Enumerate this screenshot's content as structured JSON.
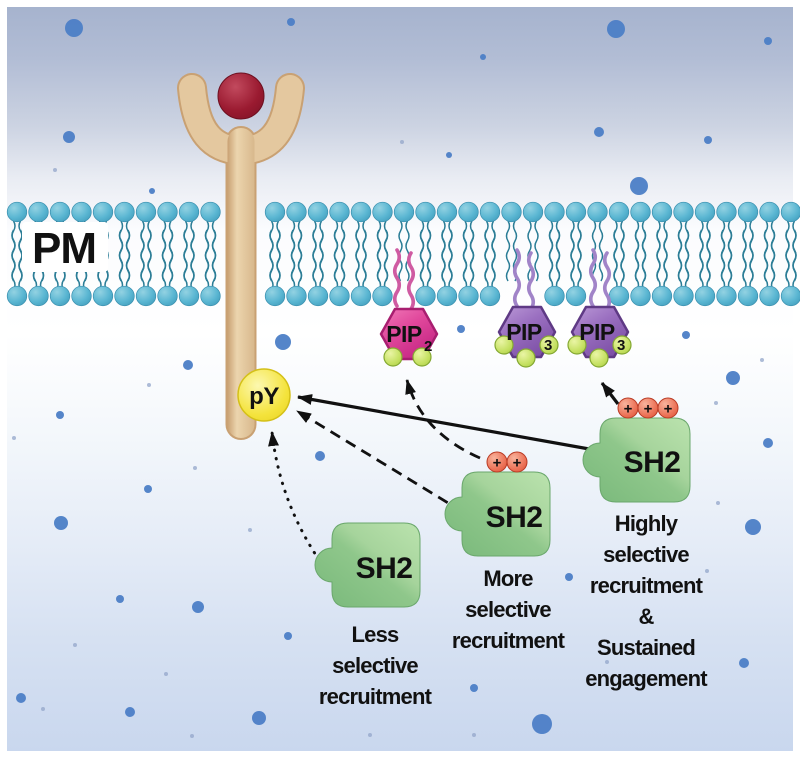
{
  "figure": {
    "membrane_label": "PM",
    "phospho_label": "pY",
    "lipids": {
      "pip2": {
        "name": "PIP",
        "subscript": "2"
      },
      "pip3_left": {
        "name": "PIP",
        "subscript": "3"
      },
      "pip3_right": {
        "name": "PIP",
        "subscript": "3"
      }
    },
    "sh2_domains": [
      {
        "label": "SH2",
        "charge_count": 0,
        "charge_symbol": "+",
        "caption": [
          "Less",
          "selective",
          "recruitment"
        ],
        "arrow_style": "dotted"
      },
      {
        "label": "SH2",
        "charge_count": 2,
        "charge_symbol": "+",
        "caption": [
          "More",
          "selective",
          "recruitment"
        ],
        "arrow_style": "dashed"
      },
      {
        "label": "SH2",
        "charge_count": 3,
        "charge_symbol": "+",
        "caption": [
          "Highly",
          "selective",
          "recruitment",
          "&",
          "Sustained",
          "engagement"
        ],
        "arrow_style": "solid"
      }
    ]
  },
  "colors": {
    "background_top": "#a6b3ce",
    "background_bottom": "#c9d7ee",
    "frame": "#ffffff",
    "dot_blue": "#4c7ec6",
    "dot_faint": "#93a6c9",
    "membrane_head": "#5ab6d2",
    "lipid_tail": "#2b7d96",
    "receptor_tan": "#e4c89f",
    "receptor_outline": "#c9a173",
    "ligand_red": "#9a1a30",
    "py_yellow": "#f4e33c",
    "pip2_pink": "#d9368f",
    "pip2_tail": "#cf5ba2",
    "pip3_purple": "#8e62b2",
    "pip3_tail": "#a184c8",
    "headgroup_green": "#c4e060",
    "sh2_green": "#8fc78b",
    "charge_red": "#e35b41",
    "arrow_black": "#111111",
    "text": "#111111"
  },
  "background_dots": [
    [
      74,
      28,
      9
    ],
    [
      291,
      22,
      4
    ],
    [
      616,
      29,
      9
    ],
    [
      768,
      41,
      4
    ],
    [
      483,
      57,
      3
    ],
    [
      207,
      113,
      3
    ],
    [
      69,
      137,
      6
    ],
    [
      599,
      132,
      5
    ],
    [
      708,
      140,
      4
    ],
    [
      449,
      155,
      3
    ],
    [
      639,
      186,
      9
    ],
    [
      152,
      191,
      3
    ],
    [
      55,
      170,
      2
    ],
    [
      402,
      142,
      2
    ],
    [
      461,
      329,
      4
    ],
    [
      686,
      335,
      4
    ],
    [
      733,
      378,
      7
    ],
    [
      283,
      342,
      8
    ],
    [
      188,
      365,
      5
    ],
    [
      762,
      360,
      2
    ],
    [
      149,
      385,
      2
    ],
    [
      60,
      415,
      4
    ],
    [
      716,
      403,
      2
    ],
    [
      14,
      438,
      2
    ],
    [
      320,
      456,
      5
    ],
    [
      148,
      489,
      4
    ],
    [
      61,
      523,
      7
    ],
    [
      195,
      468,
      2
    ],
    [
      718,
      503,
      2
    ],
    [
      768,
      443,
      5
    ],
    [
      250,
      530,
      2
    ],
    [
      753,
      527,
      8
    ],
    [
      569,
      577,
      4
    ],
    [
      120,
      599,
      4
    ],
    [
      198,
      607,
      6
    ],
    [
      288,
      636,
      4
    ],
    [
      707,
      571,
      2
    ],
    [
      607,
      662,
      2
    ],
    [
      744,
      663,
      5
    ],
    [
      75,
      645,
      2
    ],
    [
      166,
      674,
      2
    ],
    [
      21,
      698,
      5
    ],
    [
      130,
      712,
      5
    ],
    [
      259,
      718,
      7
    ],
    [
      474,
      688,
      4
    ],
    [
      542,
      724,
      10
    ],
    [
      43,
      709,
      2
    ],
    [
      192,
      736,
      2
    ],
    [
      370,
      735,
      2
    ],
    [
      474,
      735,
      2
    ]
  ]
}
